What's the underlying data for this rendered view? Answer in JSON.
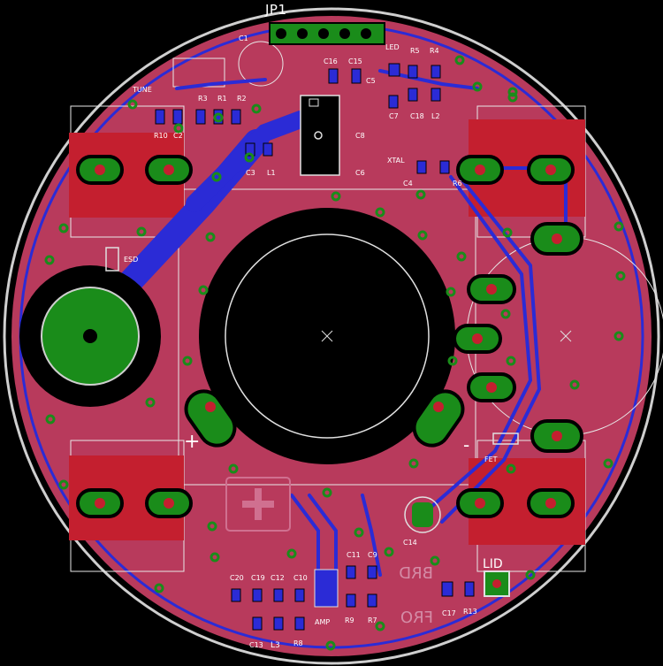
{
  "board": {
    "header_label": "JP1",
    "colors": {
      "background": "#000000",
      "top_copper": "#b83a5c",
      "bottom_trace": "#2b2bd6",
      "pad_copper": "#c41f2f",
      "pad_green": "#1a8c1a",
      "silkscreen": "#ffffff",
      "outline": "#cfcfcf"
    }
  },
  "silkscreen_labels": {
    "c1": "C1",
    "led": "LED",
    "r5": "R5",
    "r4": "R4",
    "l2": "L2",
    "c16": "C16",
    "c15": "C15",
    "c5": "C5",
    "tune": "TUNE",
    "r3": "R3",
    "r1": "R1",
    "r2": "R2",
    "c7": "C7",
    "c18": "C18",
    "r10": "R10",
    "c2": "C2",
    "c8": "C8",
    "c3": "C3",
    "l1": "L1",
    "xtal": "XTAL",
    "c6": "C6",
    "c4": "C4",
    "r6": "R6",
    "esd": "ESD",
    "plus": "+",
    "minus": "-",
    "fet": "FET",
    "c14": "C14",
    "c11": "C11",
    "c9": "C9",
    "lid": "LID",
    "c20": "C20",
    "c19": "C19",
    "c12": "C12",
    "c10": "C10",
    "amp": "AMP",
    "r9": "R9",
    "r7": "R7",
    "c17": "C17",
    "r13": "R13",
    "c13": "C13",
    "l3": "L3",
    "r8": "R8"
  },
  "mirrored_text": {
    "brd": "BRD",
    "fro": "FRO"
  }
}
